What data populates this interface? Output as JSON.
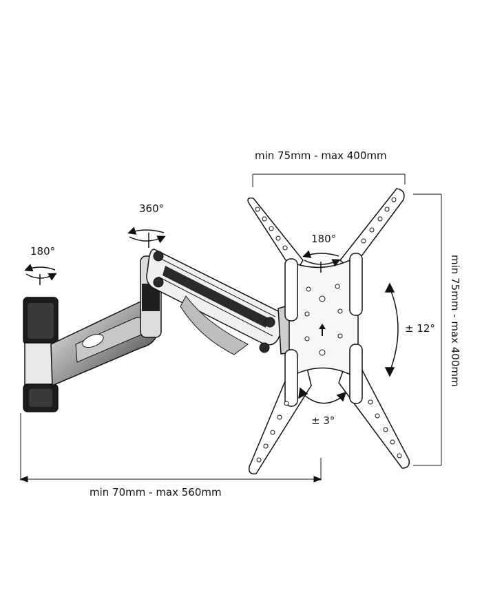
{
  "colors": {
    "line": "#111111",
    "fill_dark": "#1a1a1a",
    "fill_mid": "#6e6e6e",
    "fill_light": "#d9d9d9",
    "background": "#ffffff"
  },
  "labels": {
    "plate_width": "min 75mm - max 400mm",
    "plate_height": "min 75mm - max 400mm",
    "extension": "min 70mm - max 560mm",
    "wall_swivel": "180°",
    "arm_rotation": "360°",
    "head_swivel": "180°",
    "tilt": "± 12°",
    "level": "± 3°"
  },
  "icons": {
    "wall_swivel": "swivel-arrow-icon",
    "arm_rotation": "rotation-arrow-icon",
    "head_swivel": "swivel-arrow-icon",
    "tilt": "tilt-arc-arrow-icon",
    "level": "level-arc-arrow-icon",
    "up_arrow": "up-arrow-icon"
  }
}
